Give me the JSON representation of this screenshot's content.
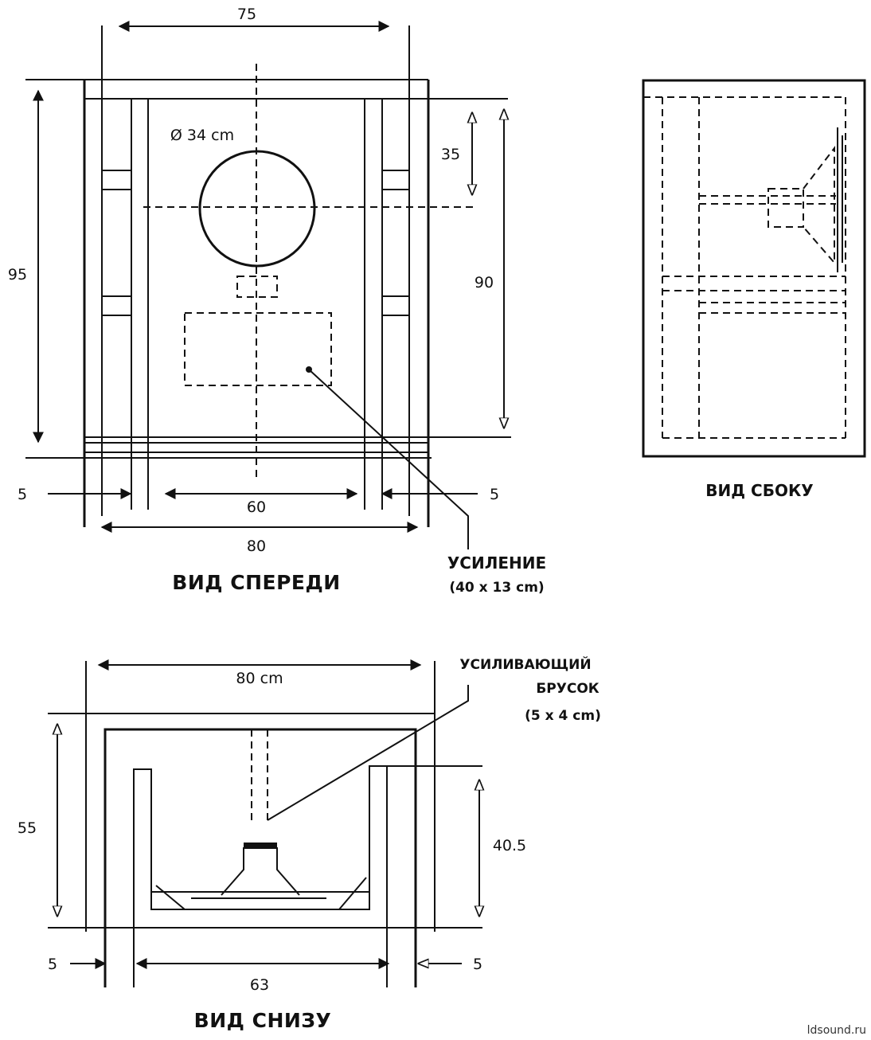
{
  "front_view": {
    "title": "ВИД СПЕРЕДИ",
    "dims": {
      "top_width": "75",
      "height_left": "95",
      "hole_offset": "35",
      "height_right": "90",
      "hole_diameter": "Ø 34 cm",
      "inner_width": "60",
      "outer_width": "80",
      "side_left": "5",
      "side_right": "5"
    }
  },
  "side_view": {
    "title": "ВИД СБОКУ"
  },
  "brace": {
    "label": "УСИЛЕНИЕ",
    "size": "(40 x 13 cm)"
  },
  "bottom_view": {
    "title": "ВИД СНИЗУ",
    "dims": {
      "width": "80 cm",
      "depth": "55",
      "inner_depth": "40.5",
      "inner_width": "63",
      "side_left": "5",
      "side_right": "5"
    },
    "bar_label_1": "УСИЛИВАЮЩИЙ",
    "bar_label_2": "БРУСОК",
    "bar_size": "(5 x 4 cm)"
  },
  "watermark": "ldsound.ru"
}
